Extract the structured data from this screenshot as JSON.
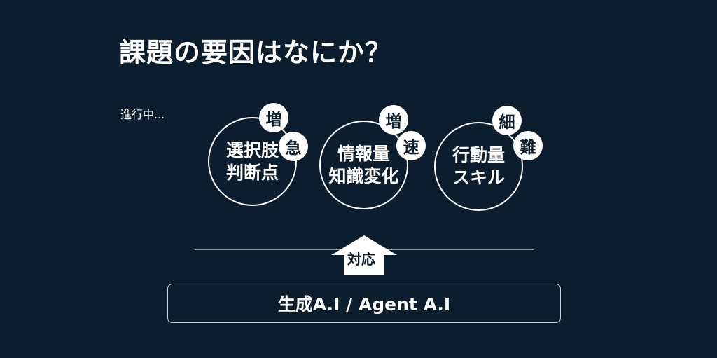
{
  "title": "課題の要因はなにか？",
  "status": "進行中...",
  "circles": [
    {
      "lines": [
        "選択肢",
        "判断点"
      ],
      "badges": [
        "増",
        "急"
      ]
    },
    {
      "lines": [
        "情報量",
        "知識変化"
      ],
      "badges": [
        "増",
        "速"
      ]
    },
    {
      "lines": [
        "行動量",
        "スキル"
      ],
      "badges": [
        "細",
        "難"
      ]
    }
  ],
  "arrow_label": "対応",
  "banner": "生成A.I / Agent A.I",
  "colors": {
    "background": "#0c1e2e",
    "foreground": "#ffffff"
  }
}
